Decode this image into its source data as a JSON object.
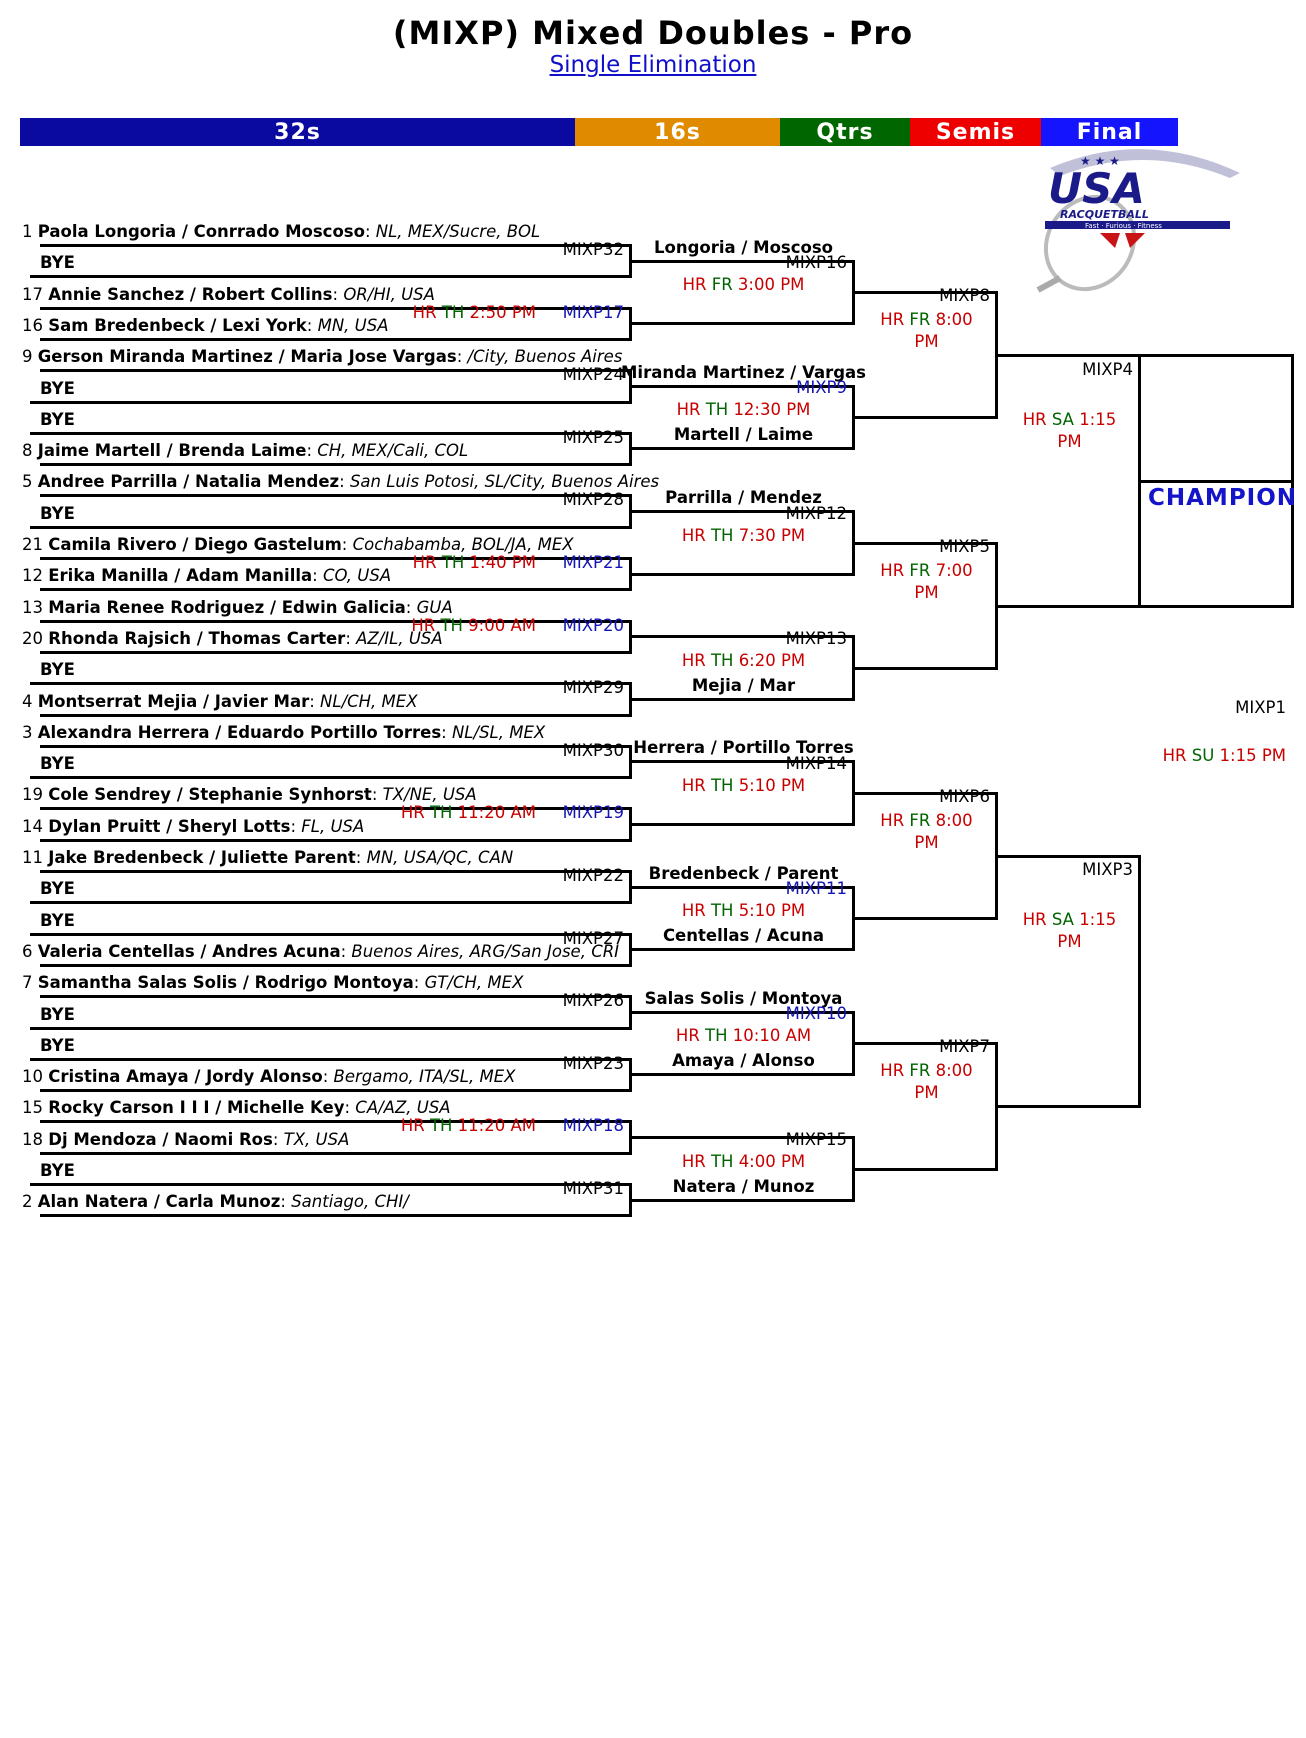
{
  "header": {
    "title": "(MIXP) Mixed Doubles - Pro",
    "subtitle_link": "Single Elimination"
  },
  "rounds": [
    {
      "label": "32s",
      "color": "#0a0aa0"
    },
    {
      "label": "16s",
      "color": "#e08a00"
    },
    {
      "label": "Qtrs",
      "color": "#006600"
    },
    {
      "label": "Semis",
      "color": "#ee0000"
    },
    {
      "label": "Final",
      "color": "#1414ff"
    }
  ],
  "logo": {
    "text": "USA",
    "subtext": "RACQUETBALL",
    "tagline": "Fast · Furious · Fitness"
  },
  "entries": [
    {
      "seed": "1",
      "name": "Paola Longoria / Conrrado Moscoso",
      "loc": "NL, MEX/Sucre, BOL"
    },
    {
      "seed": "",
      "name": "BYE",
      "loc": ""
    },
    {
      "seed": "17",
      "name": "Annie Sanchez / Robert Collins",
      "loc": "OR/HI, USA"
    },
    {
      "seed": "16",
      "name": "Sam Bredenbeck / Lexi York",
      "loc": "MN, USA"
    },
    {
      "seed": "9",
      "name": "Gerson Miranda Martinez / Maria Jose Vargas",
      "loc": "/City, Buenos Aires"
    },
    {
      "seed": "",
      "name": "BYE",
      "loc": ""
    },
    {
      "seed": "",
      "name": "BYE",
      "loc": ""
    },
    {
      "seed": "8",
      "name": "Jaime Martell / Brenda Laime",
      "loc": "CH, MEX/Cali, COL"
    },
    {
      "seed": "5",
      "name": "Andree Parrilla / Natalia Mendez",
      "loc": "San Luis Potosi, SL/City, Buenos Aires"
    },
    {
      "seed": "",
      "name": "BYE",
      "loc": ""
    },
    {
      "seed": "21",
      "name": "Camila Rivero / Diego Gastelum",
      "loc": "Cochabamba, BOL/JA, MEX"
    },
    {
      "seed": "12",
      "name": "Erika Manilla / Adam Manilla",
      "loc": "CO, USA"
    },
    {
      "seed": "13",
      "name": "Maria Renee Rodriguez / Edwin Galicia",
      "loc": "GUA"
    },
    {
      "seed": "20",
      "name": "Rhonda Rajsich / Thomas Carter",
      "loc": "AZ/IL, USA"
    },
    {
      "seed": "",
      "name": "BYE",
      "loc": ""
    },
    {
      "seed": "4",
      "name": "Montserrat Mejia / Javier Mar",
      "loc": "NL/CH, MEX"
    },
    {
      "seed": "3",
      "name": "Alexandra Herrera / Eduardo Portillo Torres",
      "loc": "NL/SL, MEX"
    },
    {
      "seed": "",
      "name": "BYE",
      "loc": ""
    },
    {
      "seed": "19",
      "name": "Cole Sendrey / Stephanie Synhorst",
      "loc": "TX/NE, USA"
    },
    {
      "seed": "14",
      "name": "Dylan Pruitt / Sheryl Lotts",
      "loc": "FL, USA"
    },
    {
      "seed": "11",
      "name": "Jake Bredenbeck / Juliette Parent",
      "loc": "MN, USA/QC, CAN"
    },
    {
      "seed": "",
      "name": "BYE",
      "loc": ""
    },
    {
      "seed": "",
      "name": "BYE",
      "loc": ""
    },
    {
      "seed": "6",
      "name": "Valeria Centellas / Andres Acuna",
      "loc": "Buenos Aires, ARG/San Jose, CRI"
    },
    {
      "seed": "7",
      "name": "Samantha Salas Solis / Rodrigo Montoya",
      "loc": "GT/CH, MEX"
    },
    {
      "seed": "",
      "name": "BYE",
      "loc": ""
    },
    {
      "seed": "",
      "name": "BYE",
      "loc": ""
    },
    {
      "seed": "10",
      "name": "Cristina Amaya / Jordy Alonso",
      "loc": "Bergamo, ITA/SL, MEX"
    },
    {
      "seed": "15",
      "name": "Rocky Carson I I I / Michelle Key",
      "loc": "CA/AZ, USA"
    },
    {
      "seed": "18",
      "name": "Dj Mendoza / Naomi Ros",
      "loc": "TX, USA"
    },
    {
      "seed": "",
      "name": "BYE",
      "loc": ""
    },
    {
      "seed": "2",
      "name": "Alan Natera / Carla Munoz",
      "loc": "Santiago, CHI/"
    }
  ],
  "r32_matches": [
    {
      "id": "MIXP32",
      "court": "",
      "day": "",
      "time": "",
      "link": ""
    },
    {
      "id": "",
      "court": "HR",
      "day": "TH",
      "time": "2:50 PM",
      "link": "MIXP17"
    },
    {
      "id": "MIXP24",
      "court": "",
      "day": "",
      "time": "",
      "link": ""
    },
    {
      "id": "MIXP25",
      "court": "",
      "day": "",
      "time": "",
      "link": ""
    },
    {
      "id": "MIXP28",
      "court": "",
      "day": "",
      "time": "",
      "link": ""
    },
    {
      "id": "",
      "court": "HR",
      "day": "TH",
      "time": "1:40 PM",
      "link": "MIXP21"
    },
    {
      "id": "",
      "court": "HR",
      "day": "TH",
      "time": "9:00 AM",
      "link": "MIXP20"
    },
    {
      "id": "MIXP29",
      "court": "",
      "day": "",
      "time": "",
      "link": ""
    },
    {
      "id": "MIXP30",
      "court": "",
      "day": "",
      "time": "",
      "link": ""
    },
    {
      "id": "",
      "court": "HR",
      "day": "TH",
      "time": "11:20 AM",
      "link": "MIXP19"
    },
    {
      "id": "MIXP22",
      "court": "",
      "day": "",
      "time": "",
      "link": ""
    },
    {
      "id": "MIXP27",
      "court": "",
      "day": "",
      "time": "",
      "link": ""
    },
    {
      "id": "MIXP26",
      "court": "",
      "day": "",
      "time": "",
      "link": ""
    },
    {
      "id": "MIXP23",
      "court": "",
      "day": "",
      "time": "",
      "link": ""
    },
    {
      "id": "",
      "court": "HR",
      "day": "TH",
      "time": "11:20 AM",
      "link": "MIXP18"
    },
    {
      "id": "MIXP31",
      "court": "",
      "day": "",
      "time": "",
      "link": ""
    }
  ],
  "r16_winners": [
    "Longoria / Moscoso",
    "",
    "Miranda Martinez / Vargas",
    "Martell / Laime",
    "Parrilla / Mendez",
    "",
    "",
    "Mejia / Mar",
    "Herrera / Portillo Torres",
    "",
    "Bredenbeck / Parent",
    "Centellas / Acuna",
    "Salas Solis / Montoya",
    "Amaya / Alonso",
    "",
    "Natera / Munoz"
  ],
  "r16_matches": [
    {
      "id": "MIXP16",
      "link": "",
      "court": "HR",
      "day": "FR",
      "time": "3:00 PM"
    },
    {
      "id": "",
      "link": "MIXP9",
      "court": "HR",
      "day": "TH",
      "time": "12:30 PM"
    },
    {
      "id": "MIXP12",
      "link": "",
      "court": "HR",
      "day": "TH",
      "time": "7:30 PM"
    },
    {
      "id": "MIXP13",
      "link": "",
      "court": "HR",
      "day": "TH",
      "time": "6:20 PM"
    },
    {
      "id": "MIXP14",
      "link": "",
      "court": "HR",
      "day": "TH",
      "time": "5:10 PM"
    },
    {
      "id": "",
      "link": "MIXP11",
      "court": "HR",
      "day": "TH",
      "time": "5:10 PM"
    },
    {
      "id": "",
      "link": "MIXP10",
      "court": "HR",
      "day": "TH",
      "time": "10:10 AM"
    },
    {
      "id": "MIXP15",
      "link": "",
      "court": "HR",
      "day": "TH",
      "time": "4:00 PM"
    }
  ],
  "qf_matches": [
    {
      "id": "MIXP8",
      "court": "HR",
      "day": "FR",
      "time": "8:00",
      "ampm": "PM"
    },
    {
      "id": "MIXP5",
      "court": "HR",
      "day": "FR",
      "time": "7:00",
      "ampm": "PM"
    },
    {
      "id": "MIXP6",
      "court": "HR",
      "day": "FR",
      "time": "8:00",
      "ampm": "PM"
    },
    {
      "id": "MIXP7",
      "court": "HR",
      "day": "FR",
      "time": "8:00",
      "ampm": "PM"
    }
  ],
  "sf_matches": [
    {
      "id": "MIXP4",
      "court": "HR",
      "day": "SA",
      "time": "1:15",
      "ampm": "PM"
    },
    {
      "id": "MIXP3",
      "court": "HR",
      "day": "SA",
      "time": "1:15",
      "ampm": "PM"
    }
  ],
  "final_match": {
    "id": "MIXP1",
    "court": "HR",
    "day": "SU",
    "time": "1:15 PM"
  },
  "champion_label": "CHAMPION"
}
